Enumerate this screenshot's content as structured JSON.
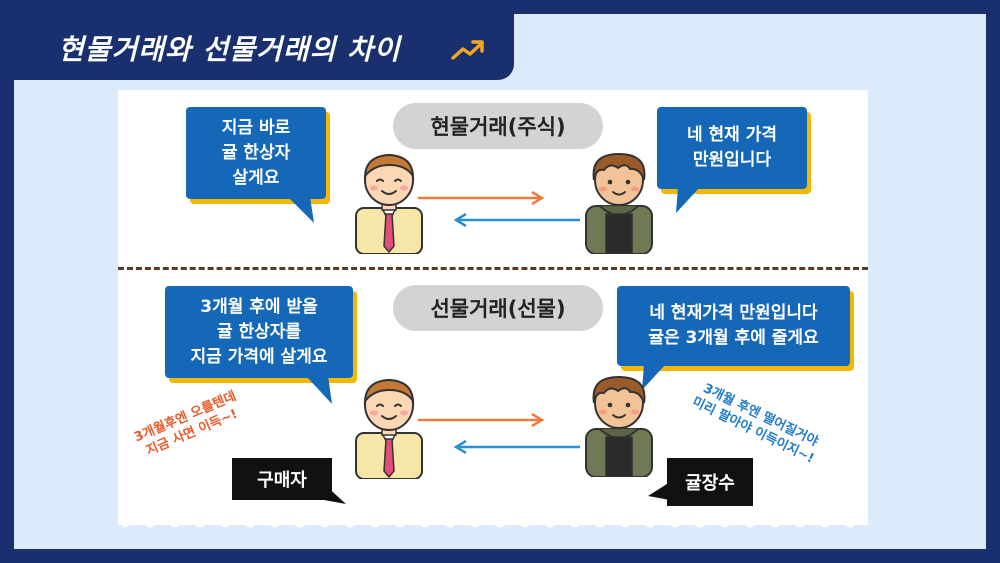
{
  "title": "현물거래와 선물거래의 차이",
  "colors": {
    "navy": "#1a2f6e",
    "bubble_blue": "#1567b8",
    "bubble_shadow": "#f5b800",
    "arrow_orange": "#f07a3c",
    "arrow_blue": "#2c8fd6",
    "note_orange": "#ec5a2a",
    "note_blue": "#1f7ccc"
  },
  "icons": [
    "trend-up-icon",
    "buyer-person-icon",
    "seller-person-icon",
    "right-arrow-icon",
    "left-arrow-icon"
  ],
  "spot": {
    "label": "현물거래(주식)",
    "buyer_bubble": [
      "지금 바로",
      "귤 한상자",
      "살게요"
    ],
    "seller_bubble": [
      "네 현재 가격",
      "만원입니다"
    ]
  },
  "futures": {
    "label": "선물거래(선물)",
    "buyer_bubble": [
      "3개월 후에 받을",
      "귤 한상자를",
      "지금 가격에 살게요"
    ],
    "seller_bubble": [
      "네 현재가격 만원입니다",
      "귤은 3개월 후에 줄게요"
    ],
    "buyer_note": [
      "3개월후엔 오를텐데",
      "지금 사면 이득~!"
    ],
    "seller_note": [
      "3개월 후엔 떨어질거야",
      "미리 팔아야 이득이지~!"
    ],
    "buyer_role": "구매자",
    "seller_role": "귤장수"
  }
}
